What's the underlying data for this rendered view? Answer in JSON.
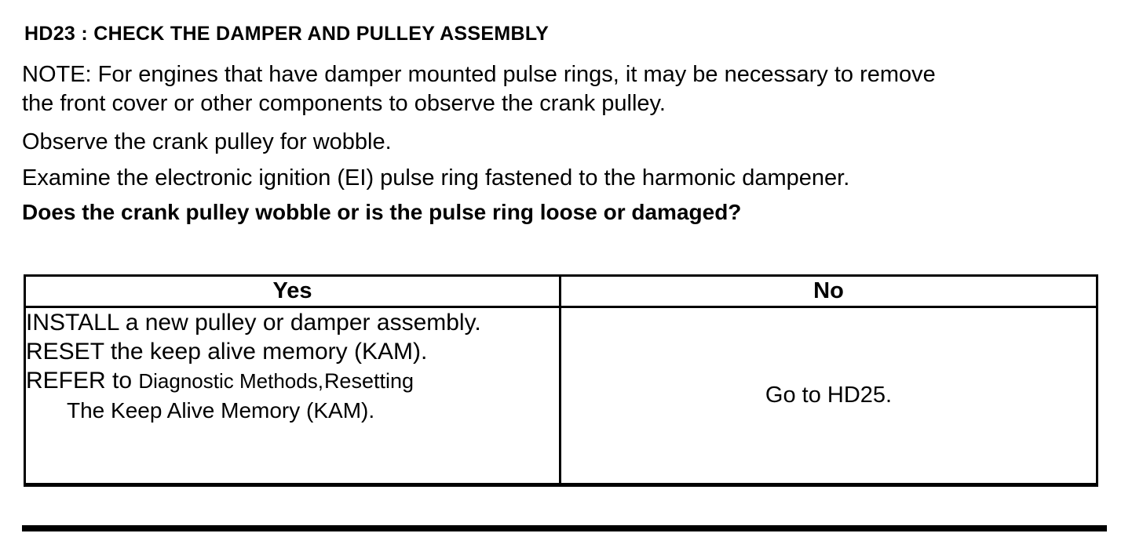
{
  "colors": {
    "text": "#000000",
    "background": "#ffffff",
    "table_border": "#000000"
  },
  "document": {
    "title": "HD23 : CHECK THE DAMPER AND PULLEY ASSEMBLY",
    "note": {
      "lines": [
        "NOTE: For engines that have damper mounted pulse rings, it may be necessary to remove",
        "the front cover or other components to observe the crank pulley."
      ]
    },
    "instructions": [
      "Observe the crank pulley for wobble.",
      "Examine the electronic ignition (EI) pulse ring fastened to the harmonic dampener."
    ],
    "question": "Does the crank pulley wobble or is the pulse ring loose or damaged?"
  },
  "decision_table": {
    "headers": [
      "Yes",
      "No"
    ],
    "yes_cell": {
      "line1": "INSTALL a new pulley or damper assembly.",
      "line2": "RESET the keep alive memory (KAM).",
      "refer_prefix": "REFER to",
      "refer_reference": "Diagnostic Methods,",
      "refer_tail": "Resetting",
      "refer_continuation": "The Keep Alive Memory (KAM)."
    },
    "no_cell": "Go to HD25."
  }
}
